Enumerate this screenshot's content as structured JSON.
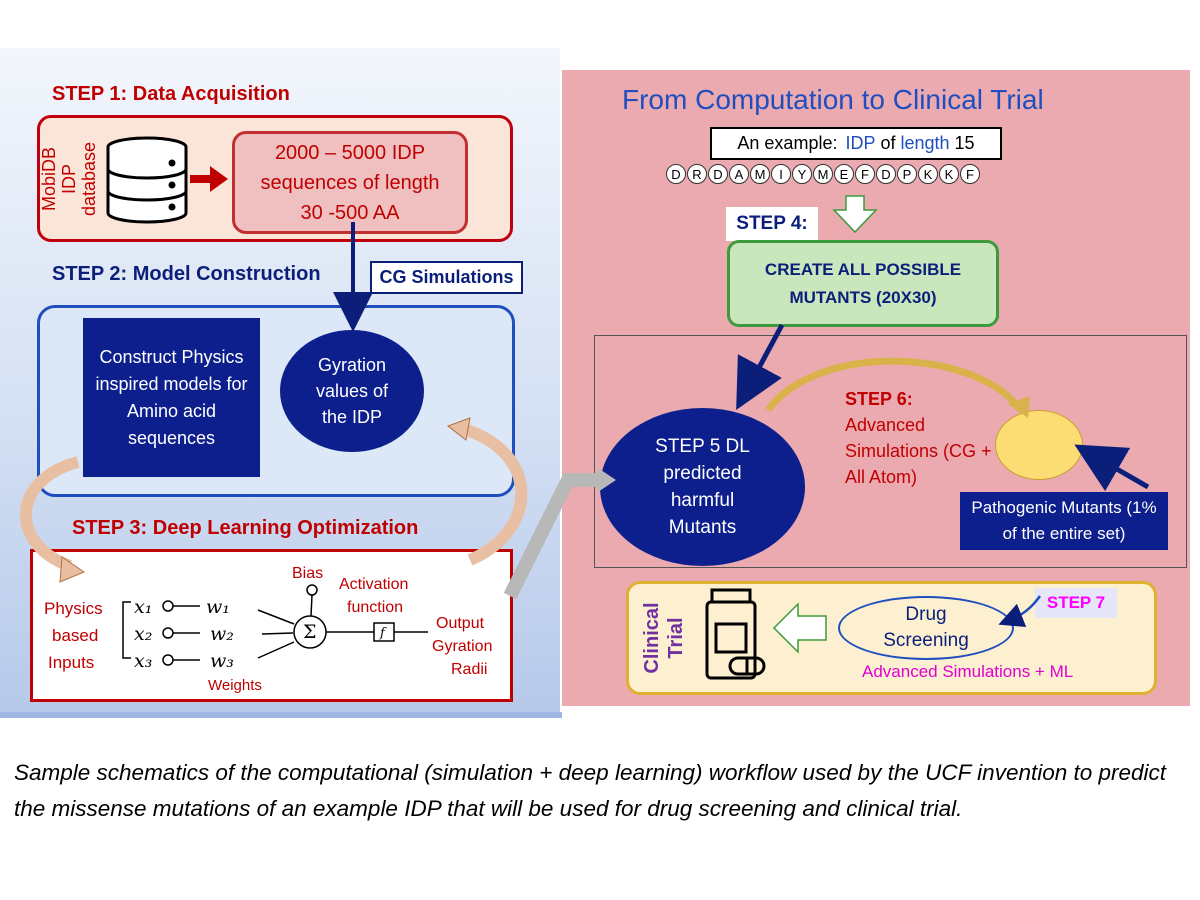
{
  "left": {
    "step1_title": "STEP 1: Data Acquisition",
    "mobidb_label": "MobiDB IDP database",
    "sequences_text": "2000 – 5000 IDP sequences of length 30 -500 AA",
    "step2_title": "STEP 2: Model Construction",
    "cg_simulations": "CG Simulations",
    "physics_models": "Construct Physics inspired  models for Amino acid sequences",
    "gyration_values": "Gyration values of the IDP",
    "step3_title": "STEP 3: Deep Learning Optimization",
    "nn": {
      "bias": "Bias",
      "activation": "Activation function",
      "inputs_label": "Physics based Inputs",
      "x1": "x₁",
      "x2": "x₂",
      "x3": "x₃",
      "w1": "w₁",
      "w2": "w₂",
      "w3": "w₃",
      "sum": "Σ",
      "f": "f",
      "weights": "Weights",
      "output": "Output Gyration Radii"
    }
  },
  "right": {
    "title": "From Computation to Clinical Trial",
    "example_prefix": "An example:",
    "example_idp": "IDP",
    "example_of": "of",
    "example_length": "length",
    "example_num": "15",
    "sequence": [
      "D",
      "R",
      "D",
      "A",
      "M",
      "I",
      "Y",
      "M",
      "E",
      "F",
      "D",
      "P",
      "K",
      "K",
      "F"
    ],
    "step4": "STEP 4:",
    "create_mutants": "CREATE ALL POSSIBLE MUTANTS (20X30)",
    "step5": "STEP 5 DL predicted harmful Mutants",
    "step6_title": "STEP 6:",
    "step6_text": "Advanced Simulations (CG + All Atom)",
    "pathogenic": "Pathogenic Mutants (1% of the entire set)",
    "clinical_trial": "Clinical Trial",
    "drug_screening": "Drug Screening",
    "step7": "STEP 7",
    "adv_ml": "Advanced Simulations + ML"
  },
  "caption": "Sample schematics of the computational (simulation + deep learning) workflow used by the UCF invention to predict the missense mutations of an example IDP that will be used for drug screening and clinical trial.",
  "colors": {
    "navy": "#0d1f8c",
    "red": "#c00000",
    "pink_panel": "#eba9b0",
    "green_box": "#c9e6bc",
    "yellow": "#fcdd73",
    "magenta": "#e000d0"
  }
}
